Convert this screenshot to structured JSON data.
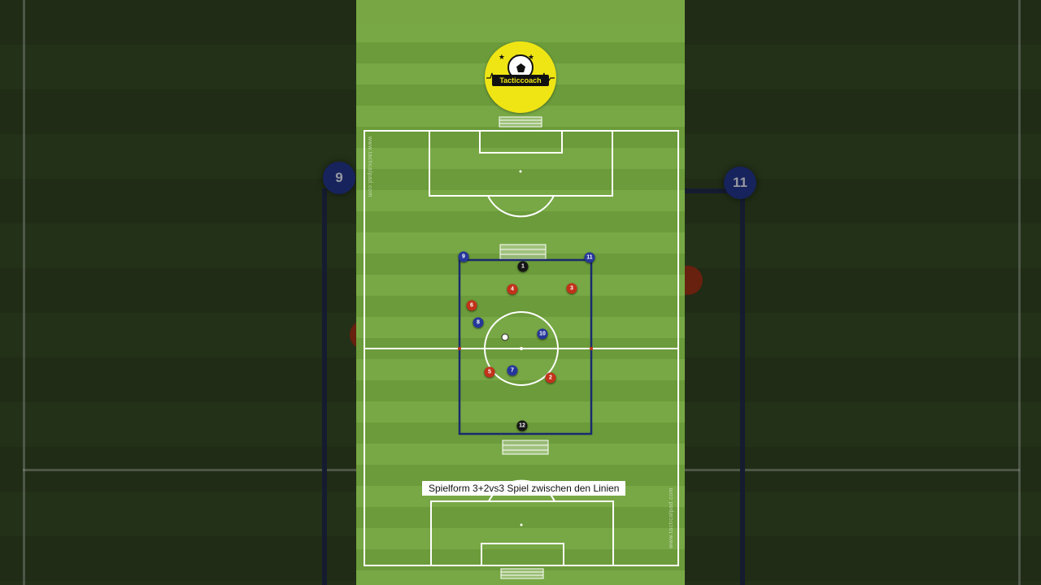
{
  "brand": {
    "logo_text": "Tacticcoach",
    "stars": "★★★"
  },
  "watermark": "www.tacticalpad.com",
  "caption": "Spielform 3+2vs3 Spiel zwischen den Linien",
  "players": [
    {
      "label": "1",
      "team": "goalkeeper"
    },
    {
      "label": "12",
      "team": "goalkeeper"
    },
    {
      "label": "9",
      "team": "blue"
    },
    {
      "label": "11",
      "team": "blue"
    },
    {
      "label": "8",
      "team": "blue"
    },
    {
      "label": "10",
      "team": "blue"
    },
    {
      "label": "7",
      "team": "blue"
    },
    {
      "label": "4",
      "team": "red"
    },
    {
      "label": "3",
      "team": "red"
    },
    {
      "label": "6",
      "team": "red"
    },
    {
      "label": "5",
      "team": "red"
    },
    {
      "label": "2",
      "team": "red"
    }
  ],
  "backdrop": {
    "left_number": "9",
    "right_number": "11"
  },
  "colors": {
    "grass_dark": "#6b9b3a",
    "grass_light": "#77a845",
    "red_team": "#c2321a",
    "blue_team": "#26379a",
    "zone_border": "#1a2a6c",
    "logo_yellow": "#f0e514"
  }
}
